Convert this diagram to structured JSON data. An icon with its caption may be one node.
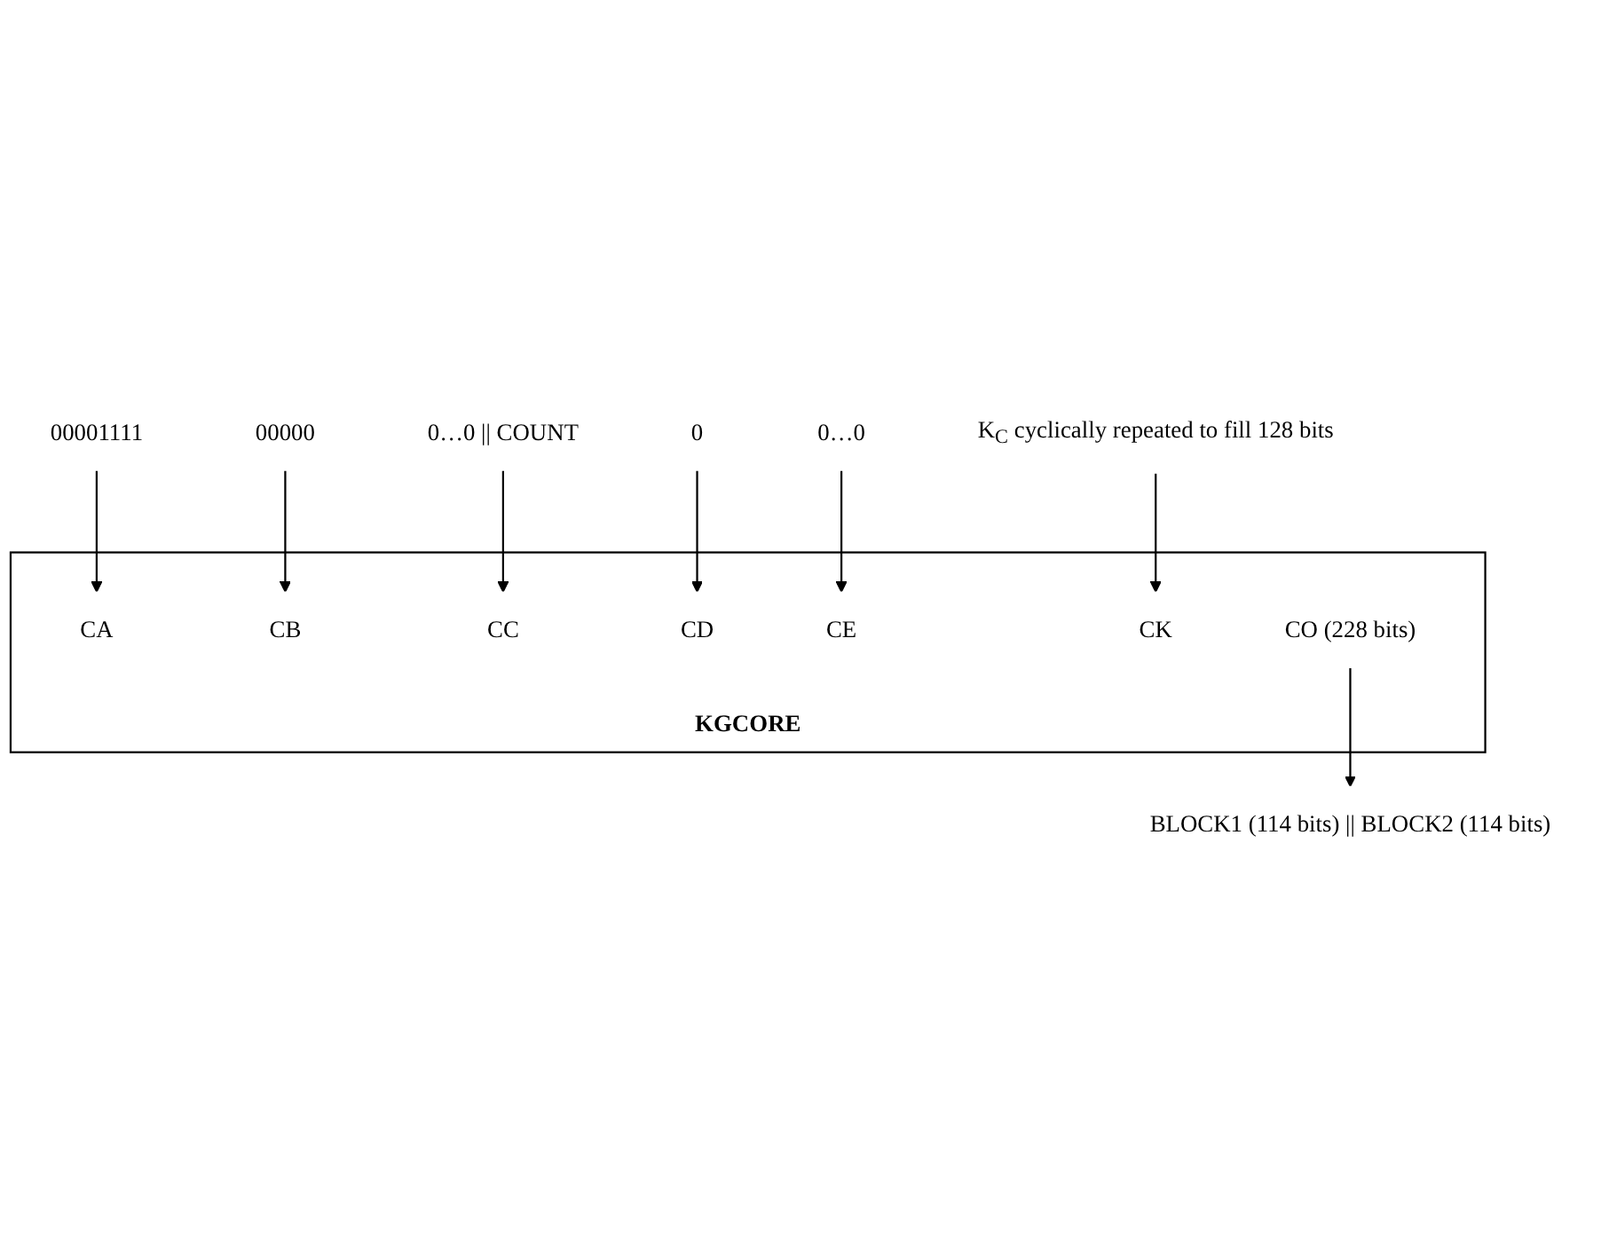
{
  "diagram": {
    "nodes": [
      {
        "text": [
          "00001111"
        ]
      },
      {
        "text": [
          "00000"
        ]
      },
      {
        "text": [
          "0…0 || COUNT"
        ]
      },
      {
        "text": [
          "0"
        ]
      },
      {
        "text": [
          "0…0"
        ]
      },
      {
        "text": [
          "K$_{C}$ cyclically repeated to fill 128 bits"
        ]
      },
      {
        "text": [
          "KGCORE"
        ]
      },
      {
        "text": [
          "CA"
        ],
        "in": 6
      },
      {
        "text": [
          "CB"
        ],
        "in": 6
      },
      {
        "text": [
          "CC"
        ],
        "in": 6
      },
      {
        "text": [
          "CD"
        ],
        "in": 6
      },
      {
        "text": [
          "CE"
        ],
        "in": 6
      },
      {
        "text": [
          "CK"
        ],
        "in": 6
      },
      {
        "text": [
          "CO (228 bits)"
        ],
        "in": 6
      },
      {
        "text": [
          "BLOCK1 (114 bits) || BLOCK2 (114 bits)"
        ]
      }
    ],
    "edges": [
      {
        "from": 0,
        "to": 7,
        "arrow": "to"
      },
      {
        "from": 1,
        "to": 8,
        "arrow": "to"
      },
      {
        "from": 2,
        "to": 9,
        "arrow": "to"
      },
      {
        "from": 3,
        "to": 10,
        "arrow": "to"
      },
      {
        "from": 4,
        "to": 11,
        "arrow": "to"
      },
      {
        "from": 5,
        "to": 12,
        "arrow": "to"
      },
      {
        "from": 13,
        "to": 14,
        "arrow": "to"
      }
    ]
  }
}
